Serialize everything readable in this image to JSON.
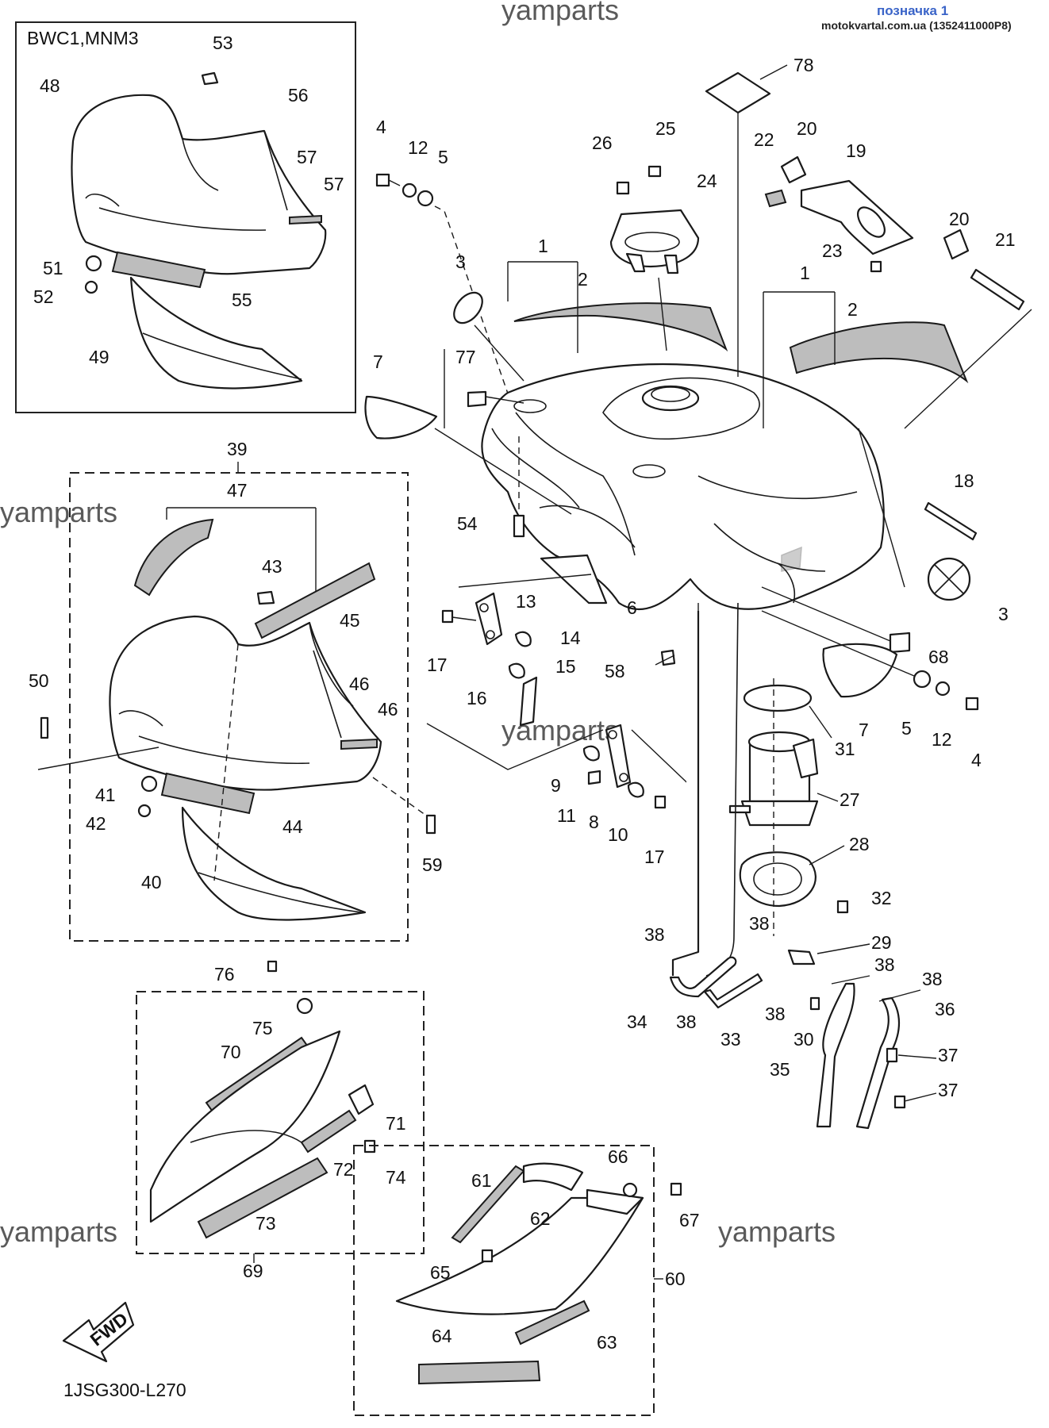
{
  "header": {
    "tag": "позначка 1",
    "source": "motokvartal.com.ua (1352411000P8)"
  },
  "watermark": "yamparts",
  "diagram_code": "1JSG300-L270",
  "fwd_label": "FWD",
  "inset_box_title": "BWC1,MNM3",
  "group_labels": {
    "g39": "39",
    "g47": "47",
    "g69": "69",
    "g60": "60"
  },
  "callouts": {
    "c1a": "1",
    "c2a": "2",
    "c1b": "1",
    "c2b": "2",
    "c3a": "3",
    "c3b": "3",
    "c4a": "4",
    "c12a": "12",
    "c5a": "5",
    "c4b": "4",
    "c12b": "12",
    "c5b": "5",
    "c6": "6",
    "c7a": "7",
    "c7b": "7",
    "c8": "8",
    "c9": "9",
    "c10": "10",
    "c11": "11",
    "c13": "13",
    "c14": "14",
    "c15": "15",
    "c16": "16",
    "c17a": "17",
    "c17b": "17",
    "c18": "18",
    "c19": "19",
    "c20a": "20",
    "c20b": "20",
    "c21": "21",
    "c22": "22",
    "c23": "23",
    "c24": "24",
    "c25": "25",
    "c26": "26",
    "c27": "27",
    "c28": "28",
    "c29": "29",
    "c30": "30",
    "c31": "31",
    "c32": "32",
    "c33": "33",
    "c34": "34",
    "c35": "35",
    "c36": "36",
    "c37a": "37",
    "c37b": "37",
    "c38a": "38",
    "c38b": "38",
    "c38c": "38",
    "c38d": "38",
    "c38e": "38",
    "c38f": "38",
    "c40": "40",
    "c41": "41",
    "c42": "42",
    "c43": "43",
    "c44": "44",
    "c45": "45",
    "c46a": "46",
    "c46b": "46",
    "c48": "48",
    "c49": "49",
    "c50": "50",
    "c51": "51",
    "c52": "52",
    "c53": "53",
    "c54": "54",
    "c55": "55",
    "c56": "56",
    "c57a": "57",
    "c57b": "57",
    "c58": "58",
    "c59": "59",
    "c61": "61",
    "c62": "62",
    "c63": "63",
    "c64": "64",
    "c65": "65",
    "c66": "66",
    "c67": "67",
    "c68": "68",
    "c70": "70",
    "c71": "71",
    "c72": "72",
    "c73": "73",
    "c74": "74",
    "c75": "75",
    "c76": "76",
    "c77": "77",
    "c78": "78"
  }
}
